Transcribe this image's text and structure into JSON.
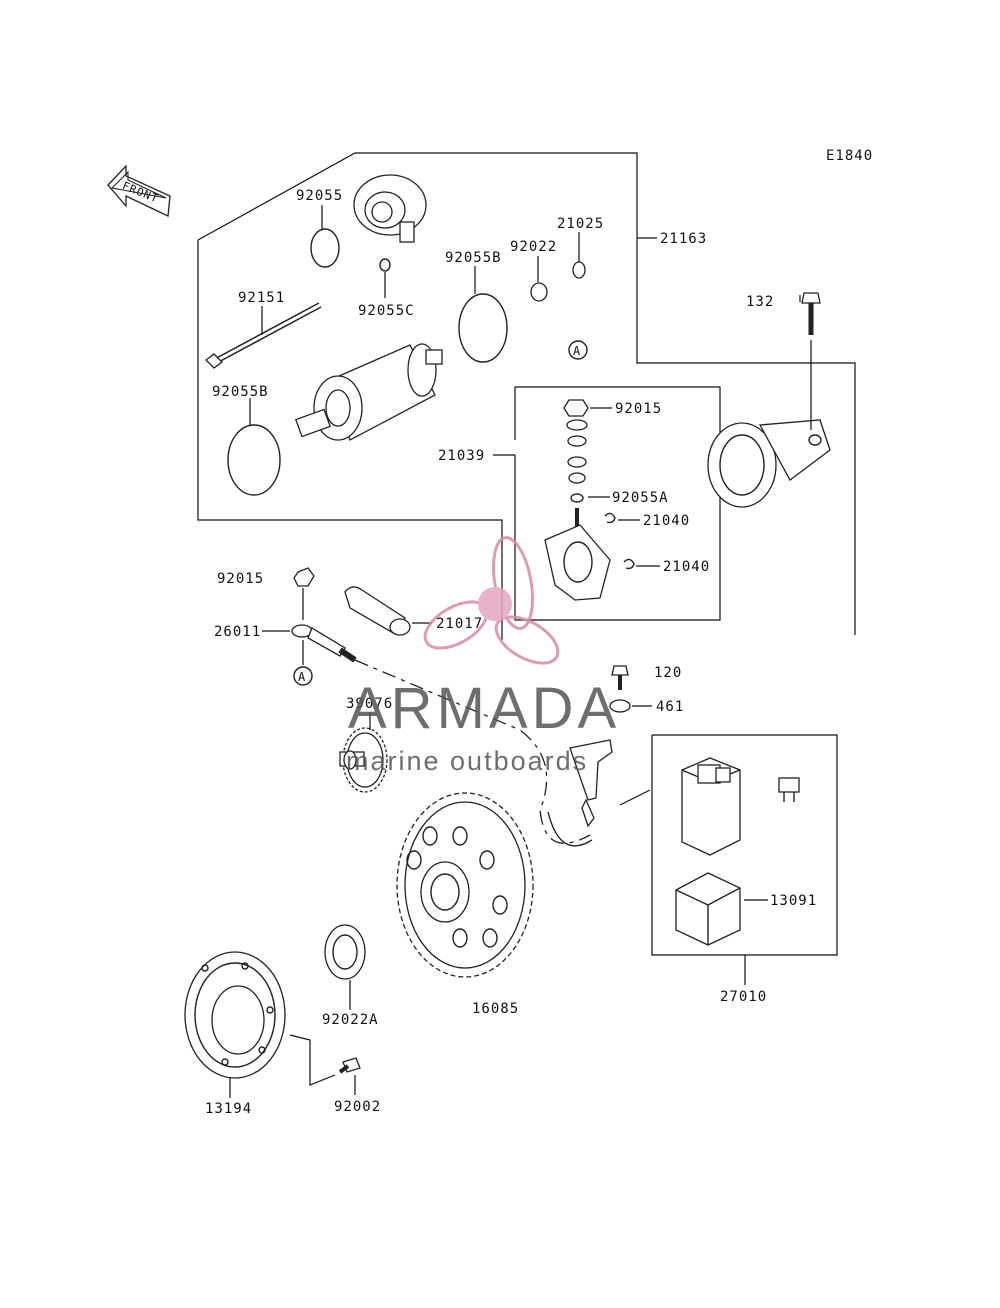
{
  "diagram_code": "E1840",
  "front_label": "FRONT",
  "ref_marker": "A",
  "parts": {
    "p92055": "92055",
    "p92055C": "92055C",
    "p92151": "92151",
    "p92055B_top": "92055B",
    "p92055B_left": "92055B",
    "p92022": "92022",
    "p21025": "21025",
    "p21163": "21163",
    "p132": "132",
    "p92015_top": "92015",
    "p21039": "21039",
    "p92055A": "92055A",
    "p21040_a": "21040",
    "p21040_b": "21040",
    "p92015_left": "92015",
    "p26011": "26011",
    "p21017": "21017",
    "p120": "120",
    "p461": "461",
    "p39076": "39076",
    "p13091": "13091",
    "p27010": "27010",
    "p16085": "16085",
    "p92022A": "92022A",
    "p13194": "13194",
    "p92002": "92002"
  },
  "watermark": {
    "brand": "ARMADA",
    "tagline": "marine outboards",
    "color": "#d98aaa"
  }
}
